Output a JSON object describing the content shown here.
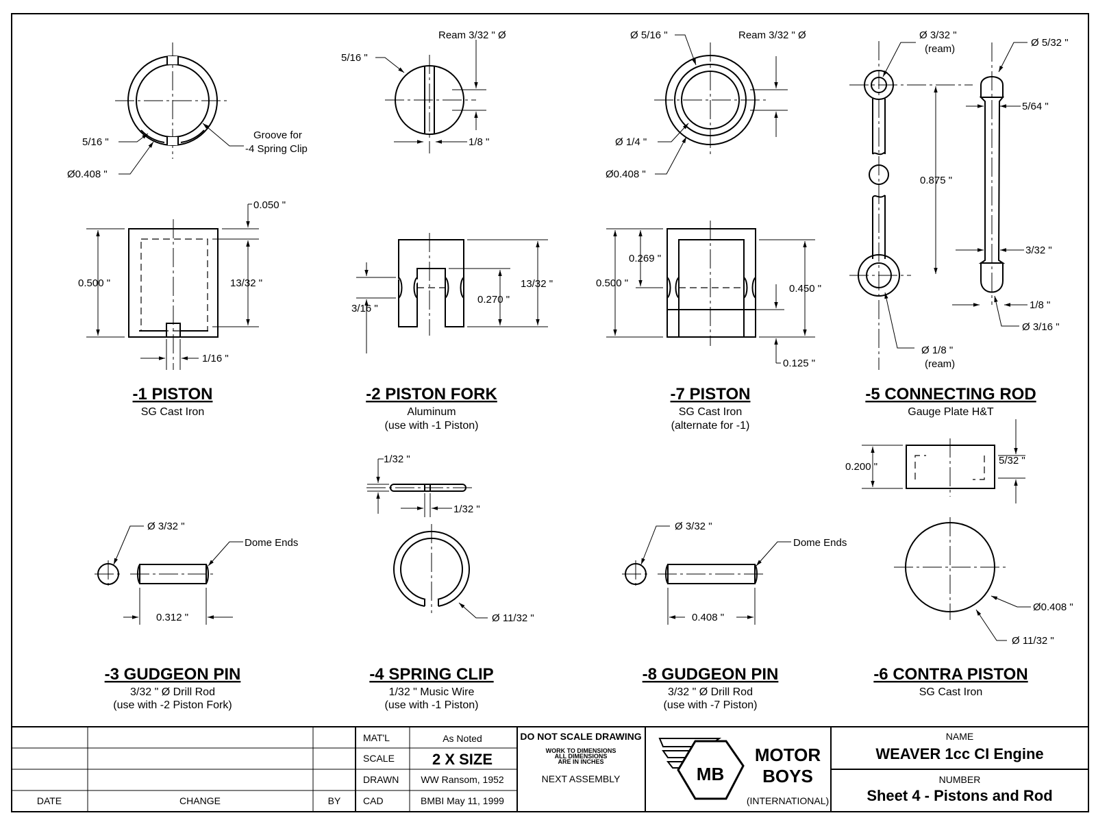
{
  "parts": {
    "p1": {
      "title": "-1  PISTON",
      "material": "SG Cast Iron",
      "note": ""
    },
    "p2": {
      "title": "-2  PISTON FORK",
      "material": "Aluminum",
      "note": "(use with -1 Piston)"
    },
    "p7": {
      "title": "-7  PISTON",
      "material": "SG Cast Iron",
      "note": "(alternate for -1)"
    },
    "p5": {
      "title": "-5  CONNECTING ROD",
      "material": "Gauge Plate H&T",
      "note": ""
    },
    "p3": {
      "title": "-3  GUDGEON PIN",
      "material": "3/32 \" Ø Drill Rod",
      "note": "(use with -2 Piston Fork)"
    },
    "p4": {
      "title": "-4 SPRING CLIP",
      "material": "1/32 \" Music Wire",
      "note": "(use with -1 Piston)"
    },
    "p8": {
      "title": "-8  GUDGEON PIN",
      "material": "3/32 \" Ø Drill Rod",
      "note": "(use with -7 Piston)"
    },
    "p6": {
      "title": "-6 CONTRA PISTON",
      "material": "SG Cast Iron",
      "note": ""
    }
  },
  "dims": {
    "p1_5_16": "5/16 \"",
    "p1_dia": "Ø0.408 \"",
    "p1_groove1": "Groove for",
    "p1_groove2": "-4 Spring Clip",
    "p1_050": "0.050 \"",
    "p1_500": "0.500 \"",
    "p1_13_32": "13/32 \"",
    "p1_1_16": "1/16 \"",
    "p2_ream": "Ream 3/32 \" Ø",
    "p2_5_16": "5/16 \"",
    "p2_1_8": "1/8 \"",
    "p2_3_16": "3/16 \"",
    "p2_270": "0.270 \"",
    "p2_13_32": "13/32 \"",
    "p7_5_16": "Ø 5/16 \"",
    "p7_ream": "Ream 3/32 \" Ø",
    "p7_1_4": "Ø 1/4 \"",
    "p7_dia": "Ø0.408 \"",
    "p7_269": "0.269 \"",
    "p7_500": "0.500 \"",
    "p7_450": "0.450 \"",
    "p7_125": "0.125 \"",
    "p5_3_32": "Ø 3/32 \"",
    "p5_ream": "(ream)",
    "p5_5_32": "Ø 5/32 \"",
    "p5_5_64": "5/64 \"",
    "p5_875": "0.875 \"",
    "p5_3_32b": "3/32 \"",
    "p5_1_8": "1/8 \"",
    "p5_3_16": "Ø 3/16 \"",
    "p5_1_8r": "Ø 1/8 \"",
    "p5_ream2": "(ream)",
    "p6_200": "0.200 \"",
    "p6_5_32": "5/32 \"",
    "p6_dia": "Ø0.408 \"",
    "p6_11_32": "Ø 11/32 \"",
    "p4_1_32a": "1/32 \"",
    "p4_1_32b": "1/32 \"",
    "p4_11_32": "Ø 11/32 \"",
    "p3_3_32": "Ø 3/32 \"",
    "p3_dome": "Dome Ends",
    "p3_312": "0.312 \"",
    "p8_3_32": "Ø 3/32 \"",
    "p8_dome": "Dome Ends",
    "p8_408": "0.408 \""
  },
  "title_block": {
    "date_label": "DATE",
    "change_label": "CHANGE",
    "by_label": "BY",
    "matl_label": "MAT'L",
    "matl_value": "As Noted",
    "scale_label": "SCALE",
    "scale_value": "2 X SIZE",
    "drawn_label": "DRAWN",
    "drawn_value": "WW Ransom, 1952",
    "cad_label": "CAD",
    "cad_value": "BMBI May 11, 1999",
    "dns": "DO NOT SCALE DRAWING",
    "work1": "WORK TO DIMENSIONS",
    "work2": "ALL DIMENSIONS",
    "work3": "ARE IN INCHES",
    "next_assembly": "NEXT ASSEMBLY",
    "logo_letters": "MB",
    "company1": "MOTOR",
    "company2": "BOYS",
    "company3": "(INTERNATIONAL)",
    "name_label": "NAME",
    "name_value": "WEAVER 1cc CI Engine",
    "number_label": "NUMBER",
    "number_value": "Sheet 4 - Pistons and Rod"
  }
}
